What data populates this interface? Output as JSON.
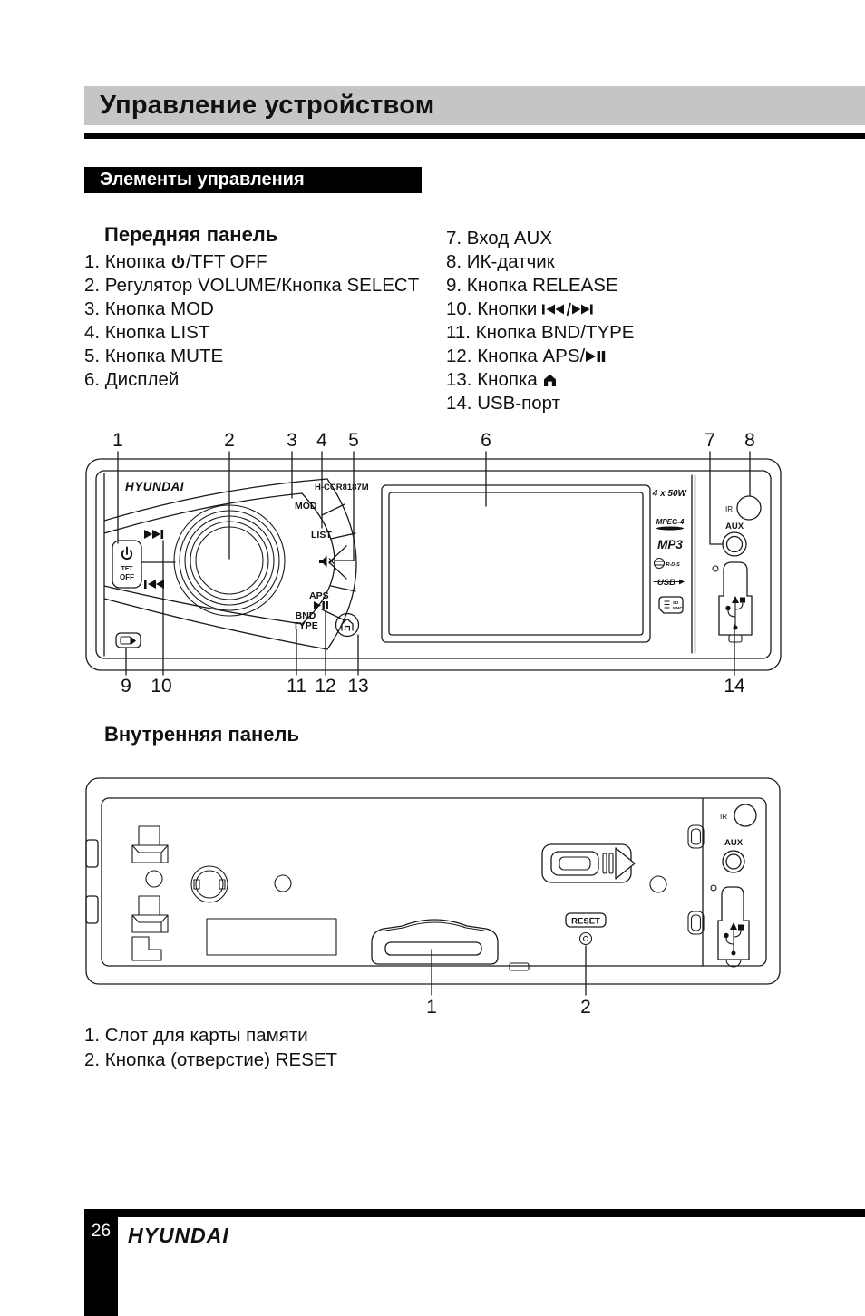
{
  "colors": {
    "header_gray": "#c3c5c7",
    "bar_black": "#000000",
    "ink": "#111111"
  },
  "header": {
    "title": "Управление устройством",
    "section_label": "Элементы управления"
  },
  "front": {
    "heading": "Передняя панель",
    "items_left": {
      "i1_pre": "1. Кнопка ",
      "i1_post": "/TFT OFF",
      "i2": "2. Регулятор VOLUME/Кнопка SELECT",
      "i3": "3. Кнопка MOD",
      "i4": "4. Кнопка LIST",
      "i5": "5. Кнопка MUTE",
      "i6": "6. Дисплей"
    },
    "items_right": {
      "i7": "7. Вход AUX",
      "i8": "8. ИК-датчик",
      "i9": "9. Кнопка RELEASE",
      "i10_pre": "10. Кнопки ",
      "i11": "11. Кнопка BND/TYPE",
      "i12_pre": "12. Кнопка APS/",
      "i13_pre": "13. Кнопка ",
      "i14": "14. USB-порт"
    },
    "diagram": {
      "brand": "HYUNDAI",
      "model": "H-CCR8187M",
      "tft": "TFT",
      "off": "OFF",
      "mod": "MOD",
      "list": "LIST",
      "aps": "APS",
      "bnd": "BND",
      "type": "TYPE",
      "watts": "4 x 50W",
      "mpeg": "MPEG-4",
      "mp3": "MP3",
      "rds": "R-D-S",
      "usb": "USB",
      "sd": "SD",
      "mmc": "MMC",
      "ir": "IR",
      "aux": "AUX",
      "callouts_top": [
        "1",
        "2",
        "3",
        "4",
        "5",
        "6",
        "7",
        "8"
      ],
      "callouts_bottom": [
        "9",
        "10",
        "11",
        "12",
        "13",
        "14"
      ]
    }
  },
  "inner": {
    "heading": "Внутренняя панель",
    "diagram": {
      "reset": "RESET",
      "ir": "IR",
      "aux": "AUX",
      "callouts": [
        "1",
        "2"
      ]
    },
    "items": {
      "i1": "1. Слот для карты памяти",
      "i2": "2. Кнопка (отверстие) RESET"
    }
  },
  "footer": {
    "page_number": "26",
    "brand": "HYUNDAI"
  }
}
